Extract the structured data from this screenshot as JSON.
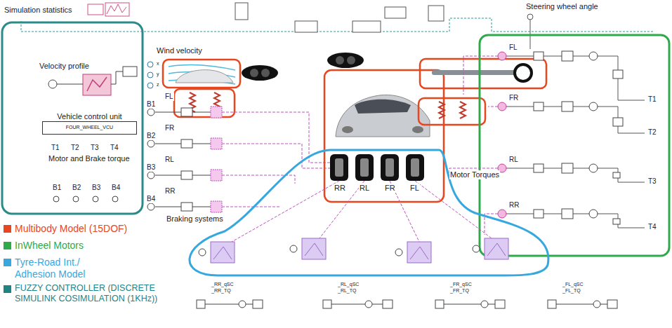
{
  "diagram": {
    "nodes": [
      {
        "text": [
          "Vehicle control unit",
          "FOUR_WHEEL_VCU"
        ]
      }
    ],
    "labels": [
      "Simulation statistics",
      "Steering wheel angle",
      "Wind velocity",
      "x",
      "y",
      "z",
      "Velocity profile",
      "T1",
      "T2",
      "T3",
      "T4",
      "Motor and Brake torque",
      "B1",
      "B2",
      "B3",
      "B4",
      "B1",
      "FL",
      "B2",
      "FR",
      "B3",
      "RL",
      "B4",
      "RR",
      "Braking systems",
      "Motor Torques",
      "RR",
      "RL",
      "FR",
      "FL",
      "FL",
      "FR",
      "RL",
      "RR",
      "T1",
      "T2",
      "T3",
      "T4",
      "_RR_qSC",
      "_RR_TQ",
      "_RL_qSC",
      "_RL_TQ",
      "_FR_qSC",
      "_FR_TQ",
      "_FL_qSC",
      "_FL_TQ"
    ],
    "legend": [
      {
        "text": "Multibody Model  (15DOF)",
        "color": "#e8461e"
      },
      {
        "text": "InWheel Motors",
        "color": "#2eaa48"
      },
      {
        "text": "Tyre-Road Int./ Adhesion Model",
        "color": "#37a8df"
      },
      {
        "text": "FUZZY CONTROLLER (DISCRETE SIMULINK COSIMULATION (1KHz))",
        "color": "#1f8283"
      }
    ]
  }
}
